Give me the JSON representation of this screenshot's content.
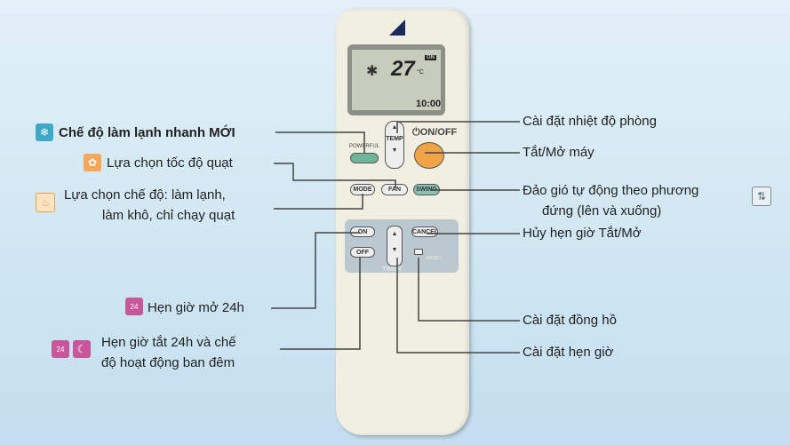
{
  "remote": {
    "lcd": {
      "temperature": "27",
      "unit": "°C",
      "status": "ON",
      "clock": "10:00"
    },
    "buttons": {
      "powerful": "POWERFUL",
      "temp": "TEMP",
      "onoff": "⏻ON/OFF",
      "mode": "MODE",
      "fan": "FAN",
      "swing": "SWING",
      "on": "ON",
      "off": "OFF",
      "cancel": "CANCEL",
      "timer": "TIMER",
      "reset": "RESET"
    }
  },
  "left_labels": {
    "powerful": "Chế độ làm lạnh nhanh MỚI",
    "fan": "Lựa chọn tốc độ quạt",
    "mode_line1": "Lựa chọn chế độ: làm lạnh,",
    "mode_line2": "làm khô, chỉ chạy quạt",
    "timer_on": "Hẹn giờ mở 24h",
    "timer_off_line1": "Hẹn giờ tắt 24h và chế",
    "timer_off_line2": "độ hoạt động ban đêm"
  },
  "right_labels": {
    "temp": "Cài đặt nhiệt độ phòng",
    "onoff": "Tắt/Mở máy",
    "swing_line1": "Đảo gió tự động theo phương",
    "swing_line2": "đứng (lên và xuống)",
    "cancel": "Hủy hẹn giờ Tắt/Mở",
    "clock": "Cài đặt đồng hồ",
    "timer": "Cài đặt hẹn giờ"
  },
  "colors": {
    "background": "#d6eaf4",
    "remote_body": "#f1eee2",
    "onoff_button": "#f0a445",
    "powerful_button": "#6fb59a",
    "fan_icon": "#f5a85a",
    "powerful_icon": "#3fa8c8",
    "timer_icon": "#c8579a"
  },
  "icons": [
    "powerful-icon",
    "fan-auto-icon",
    "mode-icon",
    "timer-24h-icon",
    "night-mode-icon",
    "swing-icon"
  ]
}
